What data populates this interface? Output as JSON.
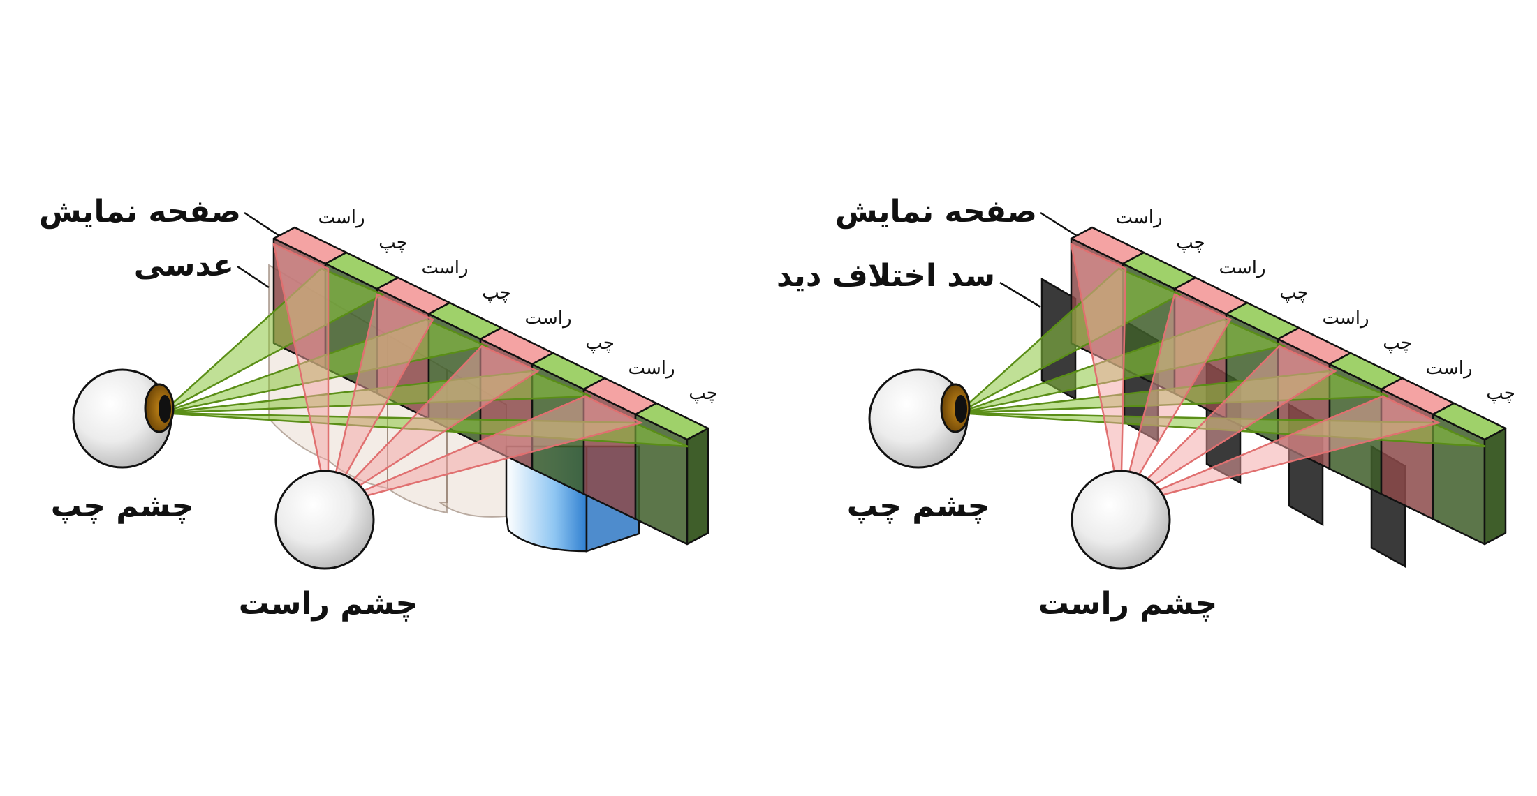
{
  "panels": [
    {
      "screen_label": "صفحه نمایش",
      "optic_label": "عدسی",
      "left_eye_label": "چشم چپ",
      "right_eye_label": "چشم راست",
      "strips": [
        "راست",
        "چپ",
        "راست",
        "چپ",
        "راست",
        "چپ",
        "راست",
        "چپ"
      ]
    },
    {
      "screen_label": "صفحه نمایش",
      "optic_label": "سد اختلاف دید",
      "left_eye_label": "چشم چپ",
      "right_eye_label": "چشم راست",
      "strips": [
        "راست",
        "چپ",
        "راست",
        "چپ",
        "راست",
        "چپ",
        "راست",
        "چپ"
      ]
    }
  ],
  "colors": {
    "right_strip": "#f4a3a3",
    "right_strip_front": "#8c4a4a",
    "left_strip": "#9fd16a",
    "left_strip_front": "#3f5e2a",
    "green_ray": "#8cc63f",
    "red_ray": "#f4a3a3",
    "pupil": "#8a5a0b",
    "lens_blue": "#4a90d9",
    "barrier": "#3a3a3a"
  }
}
